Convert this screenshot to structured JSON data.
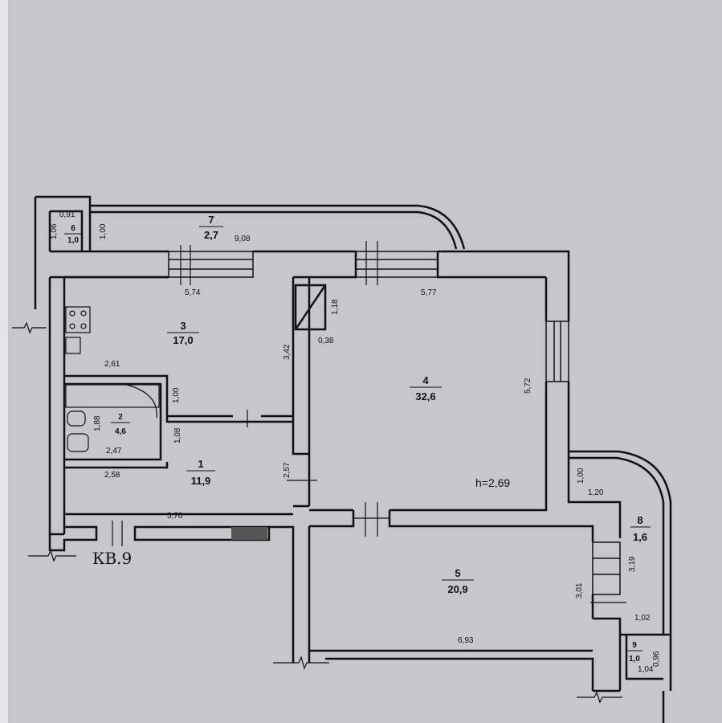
{
  "apartment_label": "КВ.9",
  "ceiling_height": "h=2,69",
  "rooms": [
    {
      "id": "r1",
      "number": "1",
      "area": "11,9"
    },
    {
      "id": "r2",
      "number": "2",
      "area": "4,6"
    },
    {
      "id": "r3",
      "number": "3",
      "area": "17,0"
    },
    {
      "id": "r4",
      "number": "4",
      "area": "32,6"
    },
    {
      "id": "r5",
      "number": "5",
      "area": "20,9"
    },
    {
      "id": "r6",
      "number": "6",
      "area": "1,0"
    },
    {
      "id": "r7",
      "number": "7",
      "area": "2,7"
    },
    {
      "id": "r8",
      "number": "8",
      "area": "1,6"
    },
    {
      "id": "r9",
      "number": "9",
      "area": "1,0"
    }
  ],
  "dimensions": [
    {
      "id": "d1",
      "text": "0,91"
    },
    {
      "id": "d2",
      "text": "1,06"
    },
    {
      "id": "d3",
      "text": "1,00"
    },
    {
      "id": "d4",
      "text": "9,08"
    },
    {
      "id": "d5",
      "text": "5,74"
    },
    {
      "id": "d6",
      "text": "1,18"
    },
    {
      "id": "d7",
      "text": "5,77"
    },
    {
      "id": "d8",
      "text": "0,38"
    },
    {
      "id": "d9",
      "text": "3,42"
    },
    {
      "id": "d10",
      "text": "2,61"
    },
    {
      "id": "d11",
      "text": "1,00"
    },
    {
      "id": "d12",
      "text": "5,72"
    },
    {
      "id": "d13",
      "text": "1,88"
    },
    {
      "id": "d14",
      "text": "1,08"
    },
    {
      "id": "d15",
      "text": "2,47"
    },
    {
      "id": "d16",
      "text": "2,58"
    },
    {
      "id": "d17",
      "text": "2,57"
    },
    {
      "id": "d18",
      "text": "5,70"
    },
    {
      "id": "d19",
      "text": "1,00"
    },
    {
      "id": "d20",
      "text": "1,20"
    },
    {
      "id": "d21",
      "text": "3,19"
    },
    {
      "id": "d22",
      "text": "3,01"
    },
    {
      "id": "d23",
      "text": "1,02"
    },
    {
      "id": "d24",
      "text": "6,93"
    },
    {
      "id": "d25",
      "text": "0,96"
    },
    {
      "id": "d26",
      "text": "1,04"
    }
  ]
}
